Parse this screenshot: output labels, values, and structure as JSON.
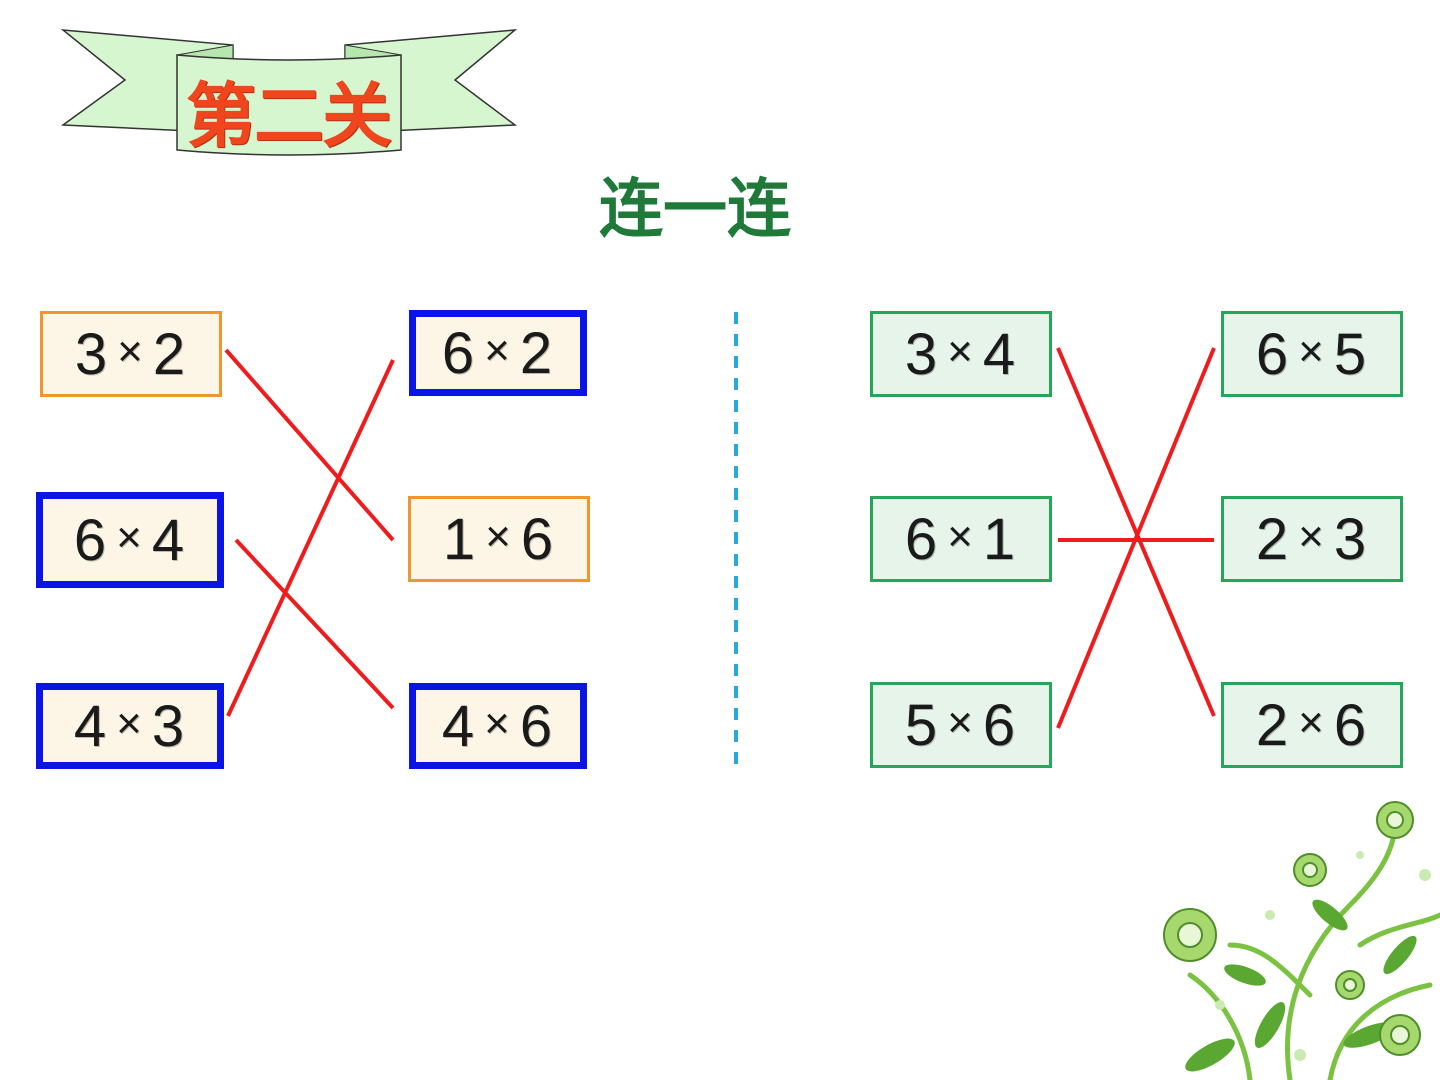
{
  "banner": {
    "title": "第二关"
  },
  "heading": "连一连",
  "colors": {
    "banner_fill": "#d6f6cf",
    "banner_text": "#f0461e",
    "heading": "#1f7a3a",
    "line": "#ee1c1c",
    "selected_border": "#0a14e6",
    "orange_border": "#f0962e",
    "green_border": "#27a55a",
    "divider": "#29a8e0"
  },
  "left_group": {
    "column_a": [
      {
        "a": "3",
        "op": "×",
        "b": "2",
        "selected": false
      },
      {
        "a": "6",
        "op": "×",
        "b": "4",
        "selected": true
      },
      {
        "a": "4",
        "op": "×",
        "b": "3",
        "selected": true
      }
    ],
    "column_b": [
      {
        "a": "6",
        "op": "×",
        "b": "2",
        "selected": true
      },
      {
        "a": "1",
        "op": "×",
        "b": "6",
        "selected": false
      },
      {
        "a": "4",
        "op": "×",
        "b": "6",
        "selected": true
      }
    ]
  },
  "right_group": {
    "column_a": [
      {
        "a": "3",
        "op": "×",
        "b": "4"
      },
      {
        "a": "6",
        "op": "×",
        "b": "1"
      },
      {
        "a": "5",
        "op": "×",
        "b": "6"
      }
    ],
    "column_b": [
      {
        "a": "6",
        "op": "×",
        "b": "5"
      },
      {
        "a": "2",
        "op": "×",
        "b": "3"
      },
      {
        "a": "2",
        "op": "×",
        "b": "6"
      }
    ]
  },
  "icons": {
    "banner": "ribbon-banner-icon",
    "flourish": "floral-flourish-icon"
  }
}
